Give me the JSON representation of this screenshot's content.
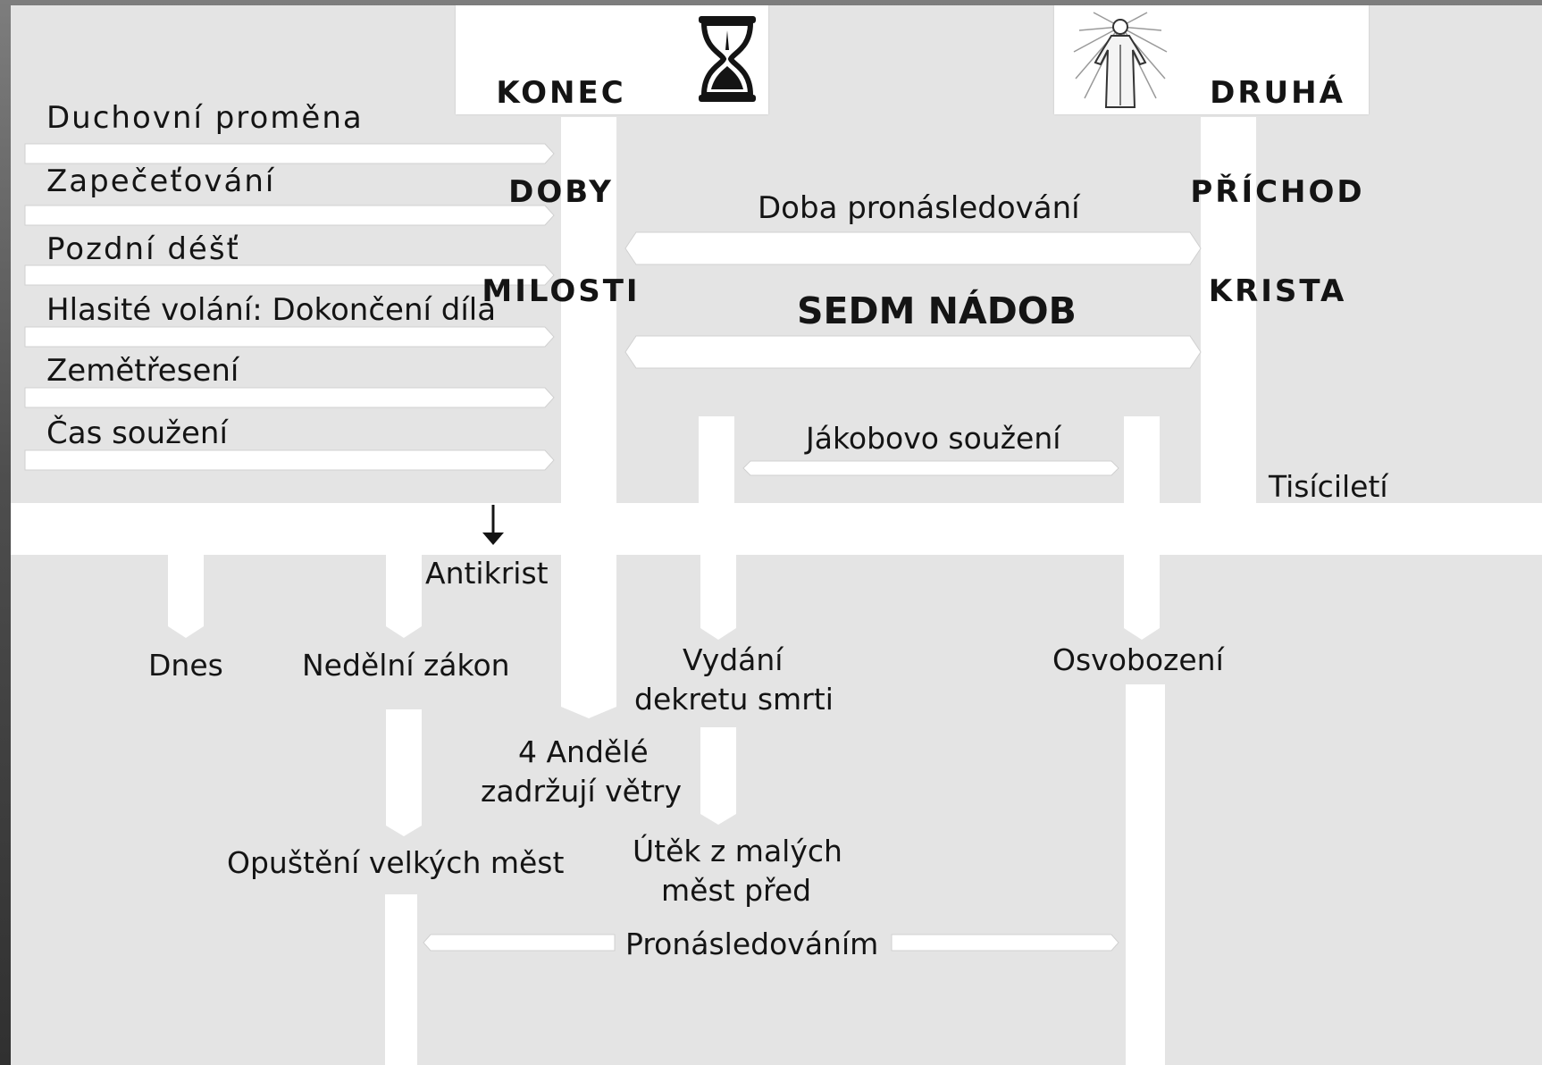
{
  "header_left": {
    "line1": "KONEC",
    "line2": "DOBY",
    "line3": "MILOSTI",
    "icon": "hourglass-icon"
  },
  "header_right": {
    "line1": "DRUHÁ",
    "line2": "PŘÍCHOD",
    "line3": "KRISTA",
    "icon": "christ-figure-icon"
  },
  "left_events": [
    "Duchovní proměna",
    "Zapečeťování",
    "Pozdní déšť",
    "Hlasité volání: Dokončení díla",
    "Zemětřesení",
    "Čas soužení"
  ],
  "middle_events": {
    "persecution_time": "Doba pronásledování",
    "seven_bowls": "SEDM NÁDOB",
    "jacobs_trouble": "Jákobovo soužení"
  },
  "millennium_label": "Tisíciletí",
  "timeline_markers": {
    "antichrist": "Antikrist",
    "today": "Dnes",
    "sunday_law": "Nedělní zákon",
    "death_decree_line1": "Vydání",
    "death_decree_line2": "dekretu smrti",
    "deliverance": "Osvobození",
    "four_angels_line1": "4 Andělé",
    "four_angels_line2": "zadržují větry",
    "leaving_cities": "Opuštění velkých měst",
    "flight_line1": "Útěk z malých",
    "flight_line2": "měst před",
    "persecution_label": "Pronásledováním"
  },
  "colors": {
    "background": "#e4e4e4",
    "bands": "#ffffff",
    "text": "#141414",
    "frame": "#4e4e4e"
  }
}
